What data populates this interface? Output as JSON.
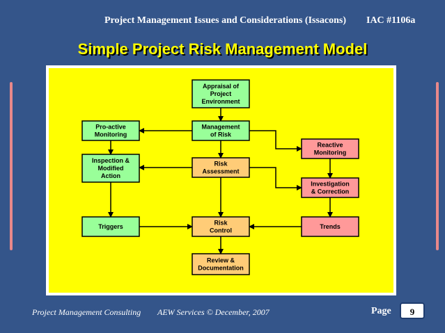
{
  "header": {
    "course_title": "Project Management Issues and Considerations (Issacons)",
    "course_code": "IAC #1106a"
  },
  "slide": {
    "title": "Simple Project Risk Management Model"
  },
  "colors": {
    "background": "#34558a",
    "diagram_area": "#ffff00",
    "green_box": "#99ff99",
    "orange_box": "#ffcc77",
    "pink_box": "#ff9999",
    "title_text": "#ffff00"
  },
  "diagram": {
    "nodes": [
      {
        "id": "appraisal",
        "lines": [
          "Appraisal of",
          "Project",
          "Environment"
        ],
        "color": "green"
      },
      {
        "id": "management",
        "lines": [
          "Management",
          "of Risk"
        ],
        "color": "green"
      },
      {
        "id": "proactive",
        "lines": [
          "Pro-active",
          "Monitoring"
        ],
        "color": "green"
      },
      {
        "id": "inspection",
        "lines": [
          "Inspection &",
          "Modified",
          "Action"
        ],
        "color": "green"
      },
      {
        "id": "assessment",
        "lines": [
          "Risk",
          "Assessment"
        ],
        "color": "orange"
      },
      {
        "id": "reactive",
        "lines": [
          "Reactive",
          "Monitoring"
        ],
        "color": "pink"
      },
      {
        "id": "investigation",
        "lines": [
          "Investigation",
          "& Correction"
        ],
        "color": "pink"
      },
      {
        "id": "triggers",
        "lines": [
          "Triggers"
        ],
        "color": "green"
      },
      {
        "id": "control",
        "lines": [
          "Risk",
          "Control"
        ],
        "color": "orange"
      },
      {
        "id": "trends",
        "lines": [
          "Trends"
        ],
        "color": "pink"
      },
      {
        "id": "review",
        "lines": [
          "Review &",
          "Documentation"
        ],
        "color": "orange"
      }
    ],
    "edges": [
      {
        "from": "appraisal",
        "to": "management"
      },
      {
        "from": "management",
        "to": "proactive"
      },
      {
        "from": "management",
        "to": "assessment"
      },
      {
        "from": "management",
        "to": "reactive"
      },
      {
        "from": "proactive",
        "to": "inspection"
      },
      {
        "from": "assessment",
        "to": "inspection"
      },
      {
        "from": "assessment",
        "to": "control"
      },
      {
        "from": "assessment",
        "to": "investigation"
      },
      {
        "from": "reactive",
        "to": "investigation"
      },
      {
        "from": "investigation",
        "to": "trends"
      },
      {
        "from": "inspection",
        "to": "triggers"
      },
      {
        "from": "triggers",
        "to": "control"
      },
      {
        "from": "trends",
        "to": "control"
      },
      {
        "from": "control",
        "to": "review"
      }
    ]
  },
  "footer": {
    "left_text": "Project Management Consulting",
    "center_text": "AEW Services © December, 2007",
    "page_label": "Page",
    "page_number": "9"
  }
}
